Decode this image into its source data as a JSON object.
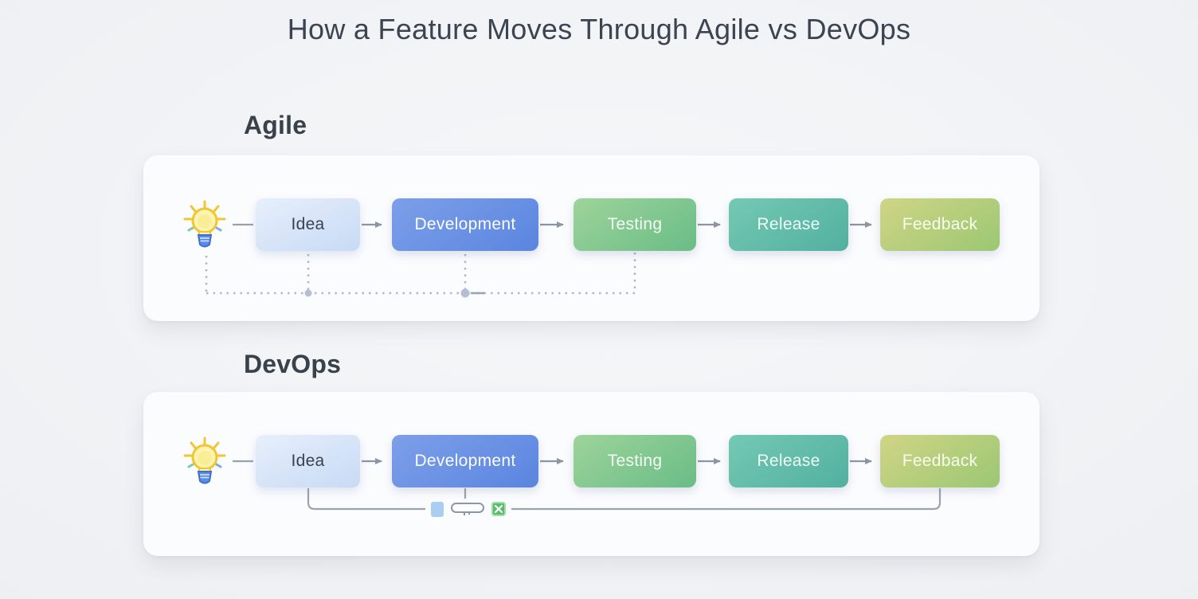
{
  "title": "How a Feature Moves Through Agile vs DevOps",
  "agile": {
    "heading": "Agile"
  },
  "devops": {
    "heading": "DevOps"
  },
  "stages": [
    {
      "label": "Idea",
      "text_color": "#39424e",
      "gradient": [
        "#e7effb",
        "#c7daf5"
      ]
    },
    {
      "label": "Development",
      "text_color": "#ffffff",
      "gradient": [
        "#7d9fe9",
        "#5a85df"
      ]
    },
    {
      "label": "Testing",
      "text_color": "#ffffff",
      "gradient": [
        "#9dd49a",
        "#6abc87"
      ]
    },
    {
      "label": "Release",
      "text_color": "#ffffff",
      "gradient": [
        "#74c9b3",
        "#52b0a0"
      ]
    },
    {
      "label": "Feedback",
      "text_color": "#ffffff",
      "gradient": [
        "#d0d585",
        "#9bc773"
      ]
    }
  ],
  "icons": {
    "start": "lightbulb-icon",
    "devops_loop": [
      "package-icon",
      "key-icon",
      "x-icon"
    ]
  },
  "connector_colors": {
    "arrow": "#8c95a4",
    "agile_dashed_loop": "#aeb6ca",
    "devops_solid_loop": "#9aa2ae"
  }
}
